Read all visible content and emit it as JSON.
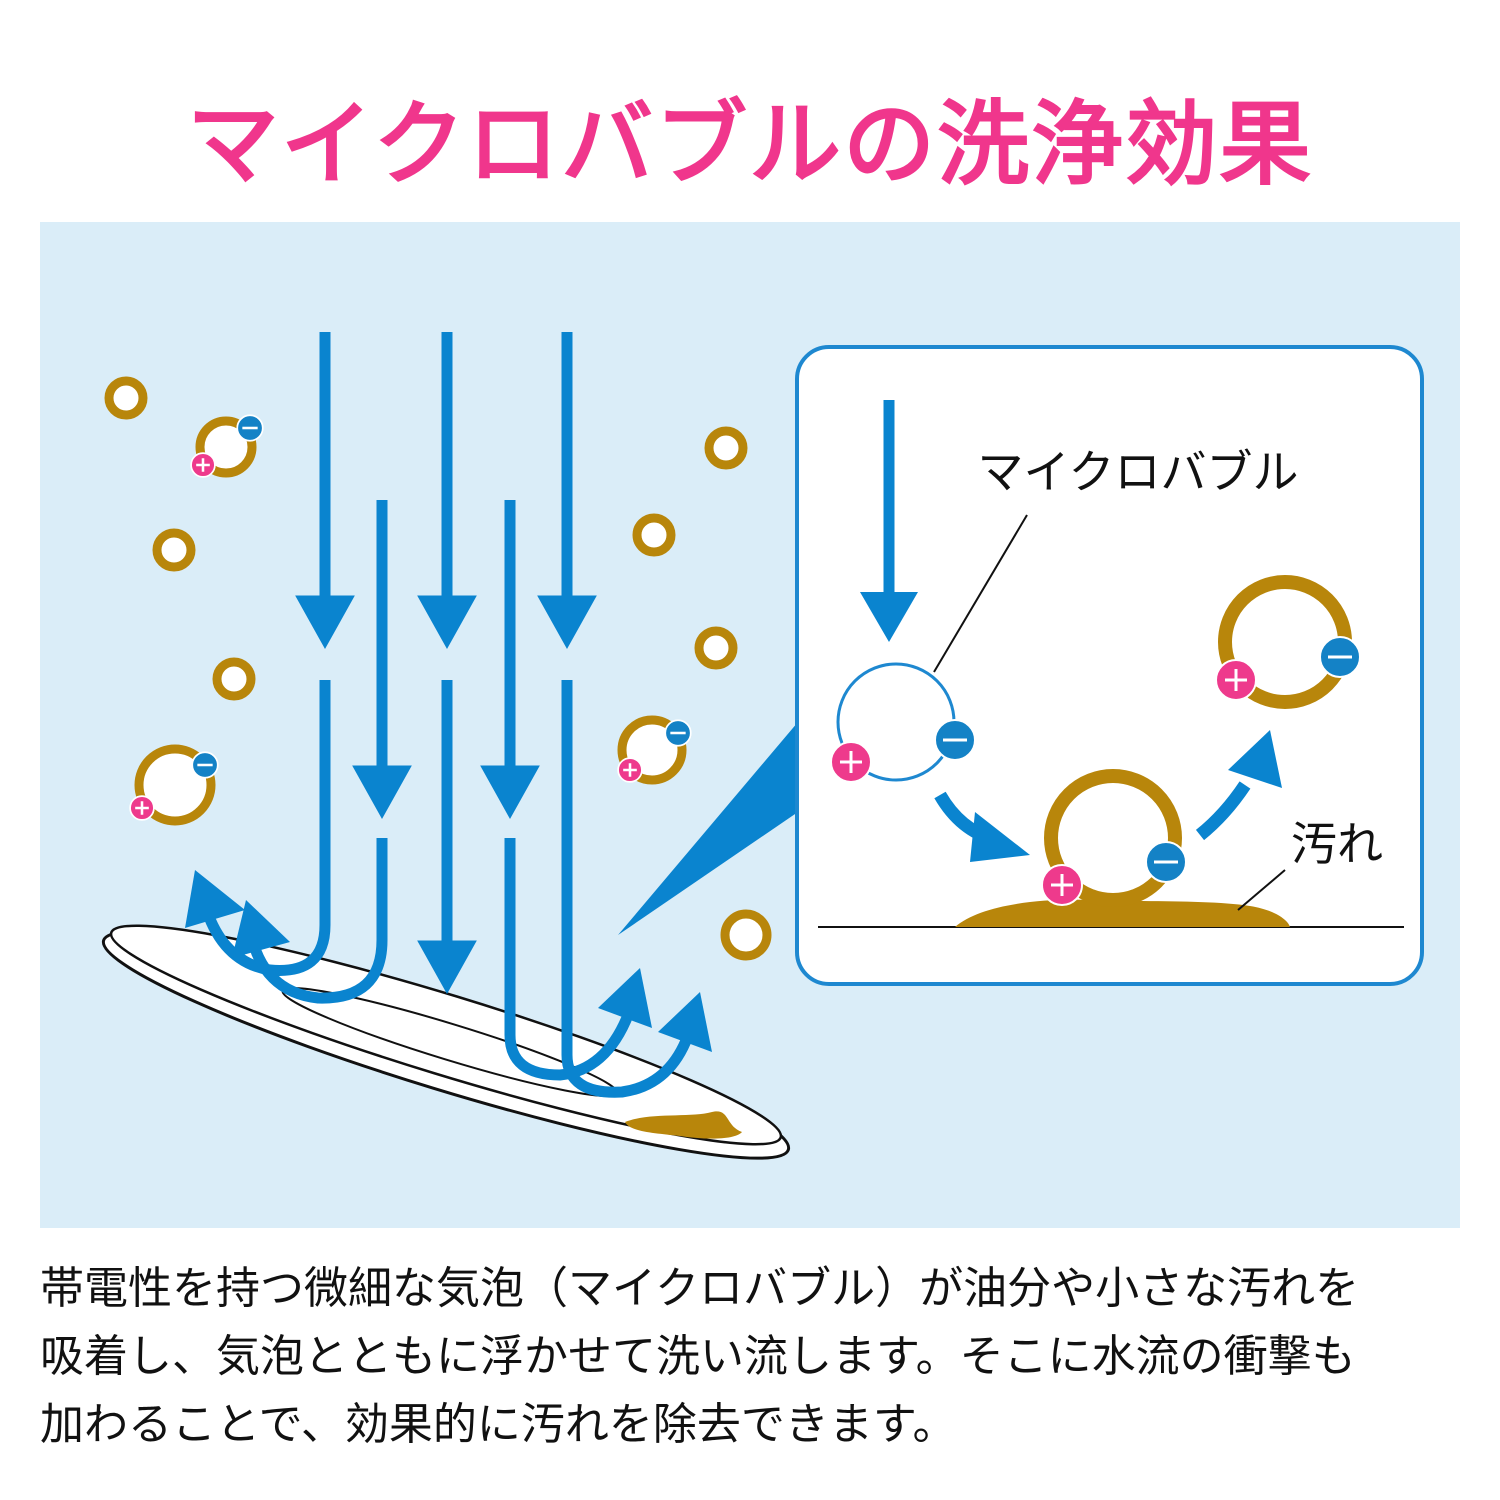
{
  "title": "マイクロバブルの洗浄効果",
  "diagram": {
    "label_microbubble": "マイクロバブル",
    "label_dirt": "汚れ",
    "plus_symbol": "+",
    "minus_symbol": "−"
  },
  "description": {
    "line1": "帯電性を持つ微細な気泡（マイクロバブル）が油分や小さな汚れを",
    "line2": "吸着し、気泡とともに浮かせて洗い流します。そこに水流の衝撃も",
    "line3": "加わることで、効果的に汚れを除去できます。"
  },
  "colors": {
    "title": "#f0368c",
    "background_panel": "#daedf8",
    "water_arrow": "#0a84cf",
    "dirt": "#b8860b",
    "plus": "#ee3a8c",
    "minus": "#1482c6",
    "inset_border": "#1e88d0"
  }
}
